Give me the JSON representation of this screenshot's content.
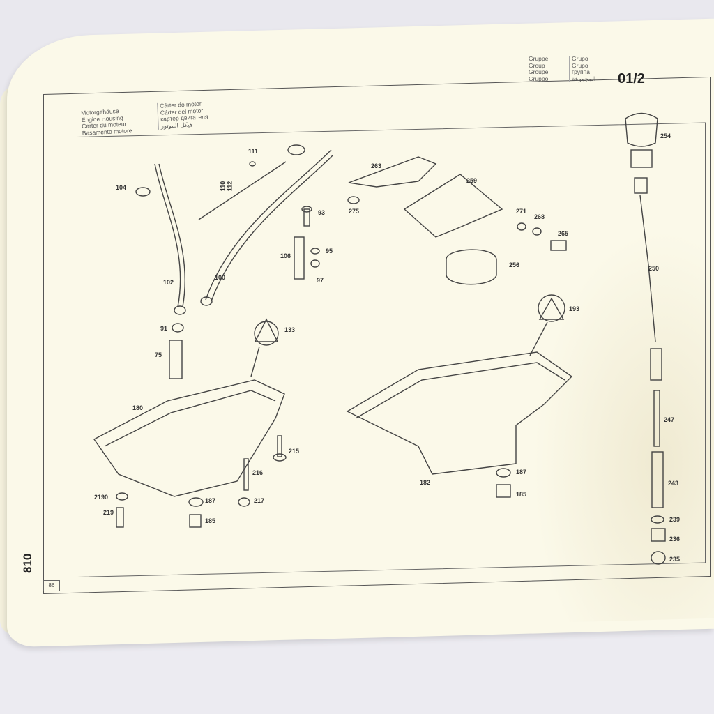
{
  "header": {
    "title_left": [
      "Motorgehäuse",
      "Engine Housing",
      "Carter du moteur",
      "Basamento motore"
    ],
    "title_right": [
      "Cárter do motor",
      "Cárter del motor",
      "картер двигателя",
      "هيكل الموتور"
    ],
    "group_left": [
      "Gruppe",
      "Group",
      "Groupe",
      "Gruppo"
    ],
    "group_right": [
      "Grupo",
      "Grupo",
      "группа",
      "المجموعة"
    ],
    "group_number": "01/2"
  },
  "page": {
    "side_number": "810",
    "page_number": "86"
  },
  "parts": [
    "104",
    "111",
    "110",
    "112",
    "102",
    "100",
    "93",
    "106",
    "95",
    "97",
    "91",
    "75",
    "133",
    "180",
    "215",
    "216",
    "2190",
    "187",
    "217",
    "219",
    "185",
    "263",
    "259",
    "275",
    "271",
    "268",
    "265",
    "256",
    "193",
    "182",
    "187",
    "185",
    "254",
    "250",
    "247",
    "243",
    "239",
    "236",
    "235"
  ]
}
